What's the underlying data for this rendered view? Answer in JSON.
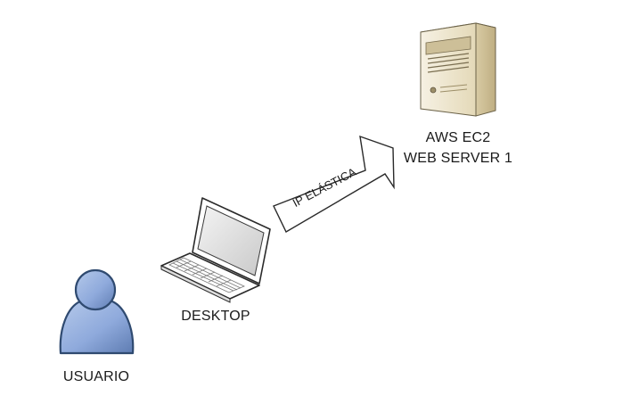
{
  "nodes": {
    "user": {
      "label": "USUARIO",
      "icon": "user-icon"
    },
    "desktop": {
      "label": "DESKTOP",
      "icon": "laptop-icon"
    },
    "server": {
      "label_line1": "AWS EC2",
      "label_line2": "WEB SERVER 1",
      "icon": "server-icon"
    }
  },
  "connector": {
    "label": "IP ELÁSTICA",
    "icon": "arrow-icon"
  },
  "colors": {
    "user_fill": "#8FAADC",
    "user_stroke": "#2F4A70",
    "server_body": "#EEE6CF",
    "arrow_fill": "#ffffff",
    "stroke": "#1a1a1a"
  }
}
